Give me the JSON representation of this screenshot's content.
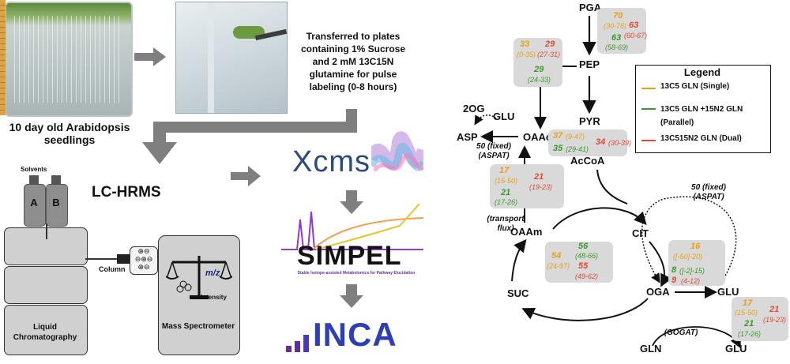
{
  "workflow": {
    "seedlings_caption": "10 day old Arabidopsis seedlings",
    "transfer_text": "Transferred to plates containing 1% Sucrose and 2 mM 13C15N glutamine for pulse labeling (0-8 hours)",
    "lchrms_label": "LC-HRMS",
    "solvents_label": "Solvents",
    "solvent_a": "A",
    "solvent_b": "B",
    "column_label": "Column",
    "lc_label": "Liquid Chromatography",
    "ms_label": "Mass Spectrometer",
    "mz_label": "m/z",
    "intensity_label": "Intensity",
    "xcms_label": "Xcms",
    "simpel_label": "SIMPEL",
    "simpel_subtitle": "Stable Isotope-assisted Metabolomics for Pathway Elucidation",
    "inca_label": "INCA"
  },
  "legend": {
    "title": "Legend",
    "items": [
      {
        "label": "13C5 GLN (Single)",
        "color": "#e9a018"
      },
      {
        "label": "13C5 GLN +15N2 GLN (Parallel)",
        "color": "#3a9b2a"
      },
      {
        "label": "13C515N2 GLN (Dual)",
        "color": "#e04a32"
      }
    ]
  },
  "metabolites": {
    "pga": "PGA",
    "pep": "PEP",
    "pyr": "PYR",
    "accoa": "AcCoA",
    "oaac": "OAAc",
    "asp": "ASP",
    "two_og": "2OG",
    "glu_top": "GLU",
    "cit": "CIT",
    "oaam": "OAAm",
    "suc": "SUC",
    "oga": "OGA",
    "glu_right": "GLU",
    "gln": "GLN",
    "glu_bottom": "GLU"
  },
  "notes": {
    "aspat_left": "50 (fixed) (ASPAT)",
    "aspat_right": "50 (fixed) (ASPAT)",
    "transport": "(transport flux)",
    "gogat": "(GOGAT)"
  },
  "fluxes": {
    "pga_pep": {
      "orange": "70",
      "orange_range": "(30-76)",
      "red": "63",
      "red_range": "(60-67)",
      "green": "63",
      "green_range": "(58-69)"
    },
    "pep_oaa": {
      "orange": "33",
      "orange_range": "(0-35)",
      "red": "29",
      "red_range": "(27-31)",
      "green": "29",
      "green_range": "(24-33)"
    },
    "pyr_accoa": {
      "orange": "37",
      "orange_range": "(9-47)",
      "green": "35",
      "green_range": "(29-41)",
      "red": "34",
      "red_range": "(30-39)"
    },
    "transport": {
      "orange": "17",
      "orange_range": "(15-50)",
      "red": "21",
      "red_range": "(19-23)",
      "green": "21",
      "green_range": "(17-26)"
    },
    "tca": {
      "green": "56",
      "green_range": "(48-66)",
      "orange": "54",
      "orange_range": "(24-97)",
      "red": "55",
      "red_range": "(49-62)"
    },
    "oga_glu": {
      "orange": "16",
      "orange_range": "([-50]-20)",
      "green": "8",
      "green_range": "([-2]-15)",
      "red": "9",
      "red_range": "(4-12)"
    },
    "gogat": {
      "orange": "17",
      "orange_range": "(15-50)",
      "red": "21",
      "red_range": "(19-23)",
      "green": "21",
      "green_range": "(17-26)"
    }
  },
  "colors": {
    "single": "#e9a018",
    "parallel": "#3a9b2a",
    "dual": "#e04a32",
    "arrow": "#111111",
    "flux_box": "#d9d9d9"
  }
}
